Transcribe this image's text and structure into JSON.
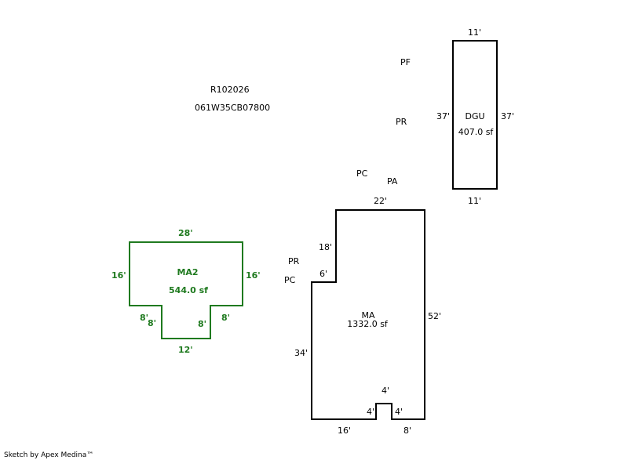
{
  "parcel": {
    "id": "R102026",
    "number": "061W35CB07800"
  },
  "footer": "Sketch by Apex Medina™",
  "colors": {
    "main_stroke": "#000000",
    "secondary_stroke": "#1f7a1f"
  },
  "codes": {
    "pf": "PF",
    "pr1": "PR",
    "pc1": "PC",
    "pa": "PA",
    "pr2": "PR",
    "pc2": "PC"
  },
  "dgu": {
    "name": "DGU",
    "area": "407.0 sf",
    "dims": {
      "top": "11'",
      "bottom": "11'",
      "left": "37'",
      "right": "37'"
    }
  },
  "ma": {
    "name": "MA",
    "area": "1332.0 sf",
    "dims": {
      "top": "22'",
      "upper_left": "18'",
      "step": "6'",
      "lower_left": "34'",
      "right": "52'",
      "bottom_left": "16'",
      "bottom_right": "8'",
      "notch_top": "4'",
      "notch_left": "4'",
      "notch_right": "4'"
    }
  },
  "ma2": {
    "name": "MA2",
    "area": "544.0 sf",
    "dims": {
      "top": "28'",
      "left": "16'",
      "right": "16'",
      "notch_left_outer": "8'",
      "notch_left_inner": "8'",
      "notch_right_inner": "8'",
      "notch_right_outer": "8'",
      "bottom": "12'"
    }
  }
}
